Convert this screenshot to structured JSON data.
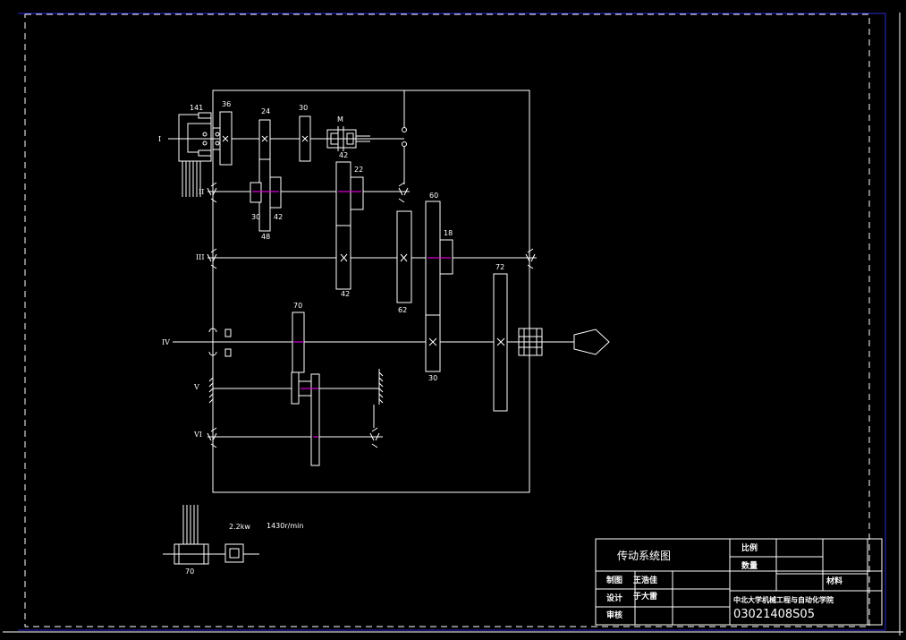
{
  "gear_labels": {
    "g141": "141",
    "g36": "36",
    "g24": "24",
    "g30a": "30",
    "clutch_m": "M",
    "g42a": "42",
    "g22": "22",
    "g30b": "30",
    "g42b": "42",
    "g48": "48",
    "g60": "60",
    "g18": "18",
    "g42c": "42",
    "g62": "62",
    "g72": "72",
    "g70": "70",
    "g30c": "30",
    "motor_70": "70"
  },
  "shaft_labels": {
    "s1": "I",
    "s2": "II",
    "s3": "III",
    "s4": "IV",
    "s5": "V",
    "s6": "VI"
  },
  "motor": {
    "power": "2.2kw",
    "speed": "1430r/min"
  },
  "title_block": {
    "drawing_title": "传动系统图",
    "scale_label": "比例",
    "quantity_label": "数量",
    "material_label": "材料",
    "drawn_label": "制图",
    "drawn_name": "王浩佳",
    "design_label": "设计",
    "design_name": "于大雷",
    "review_label": "审核",
    "school": "中北大学机械工程与自动化学院",
    "drawing_code": "03021408S05"
  },
  "colors": {
    "background": "#000000",
    "line": "#ffffff",
    "highlight": "#d000d0",
    "border_blue": "#2a2ad8"
  }
}
